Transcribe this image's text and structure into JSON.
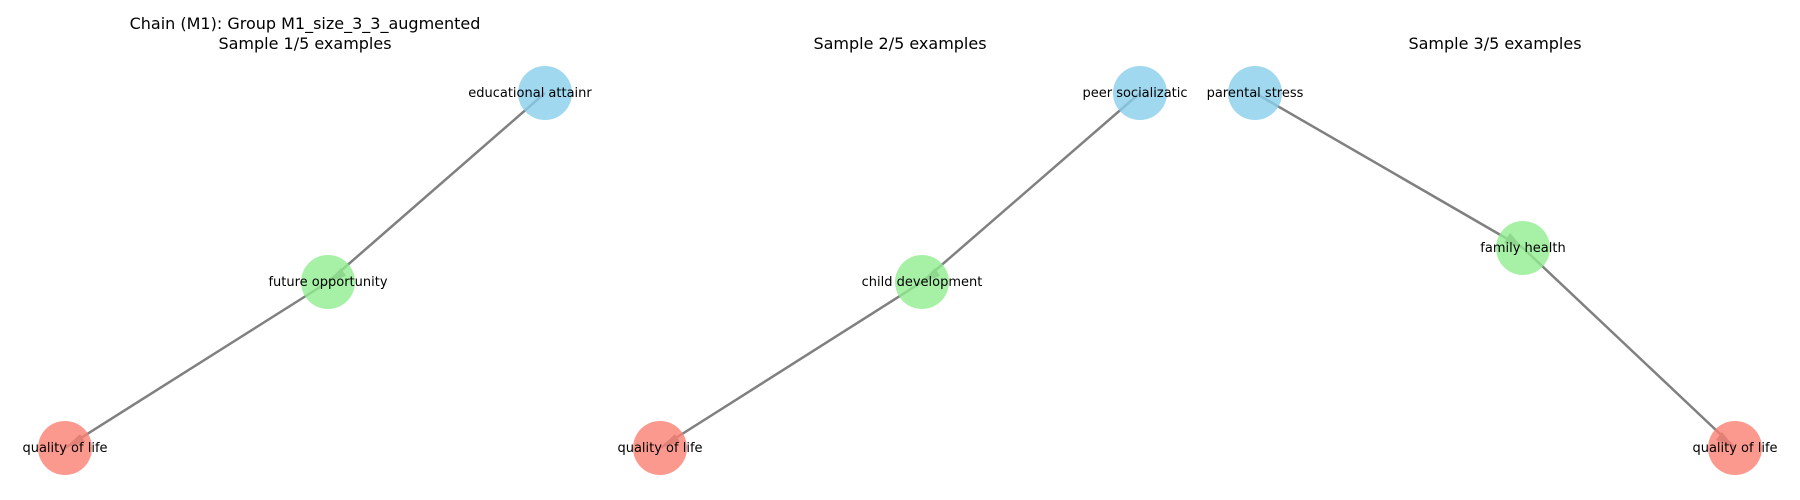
{
  "figure_title": "Chain (M1): Group M1_size_3_3_augmented",
  "colors": {
    "cause": "#87ceeb",
    "mediator": "#90ee90",
    "outcome": "#fa8072",
    "edge": "#808080"
  },
  "panels": [
    {
      "title": "Sample 1/5 examples",
      "nodes": [
        {
          "label": "educational attainr",
          "role": "cause"
        },
        {
          "label": "future opportunity",
          "role": "mediator"
        },
        {
          "label": "quality of life",
          "role": "outcome"
        }
      ]
    },
    {
      "title": "Sample 2/5 examples",
      "nodes": [
        {
          "label": "peer socializatic",
          "role": "cause"
        },
        {
          "label": "child development",
          "role": "mediator"
        },
        {
          "label": "quality of life",
          "role": "outcome"
        }
      ]
    },
    {
      "title": "Sample 3/5 examples",
      "nodes": [
        {
          "label": "parental stress",
          "role": "cause"
        },
        {
          "label": "family health",
          "role": "mediator"
        },
        {
          "label": "quality of life",
          "role": "outcome"
        }
      ]
    }
  ]
}
